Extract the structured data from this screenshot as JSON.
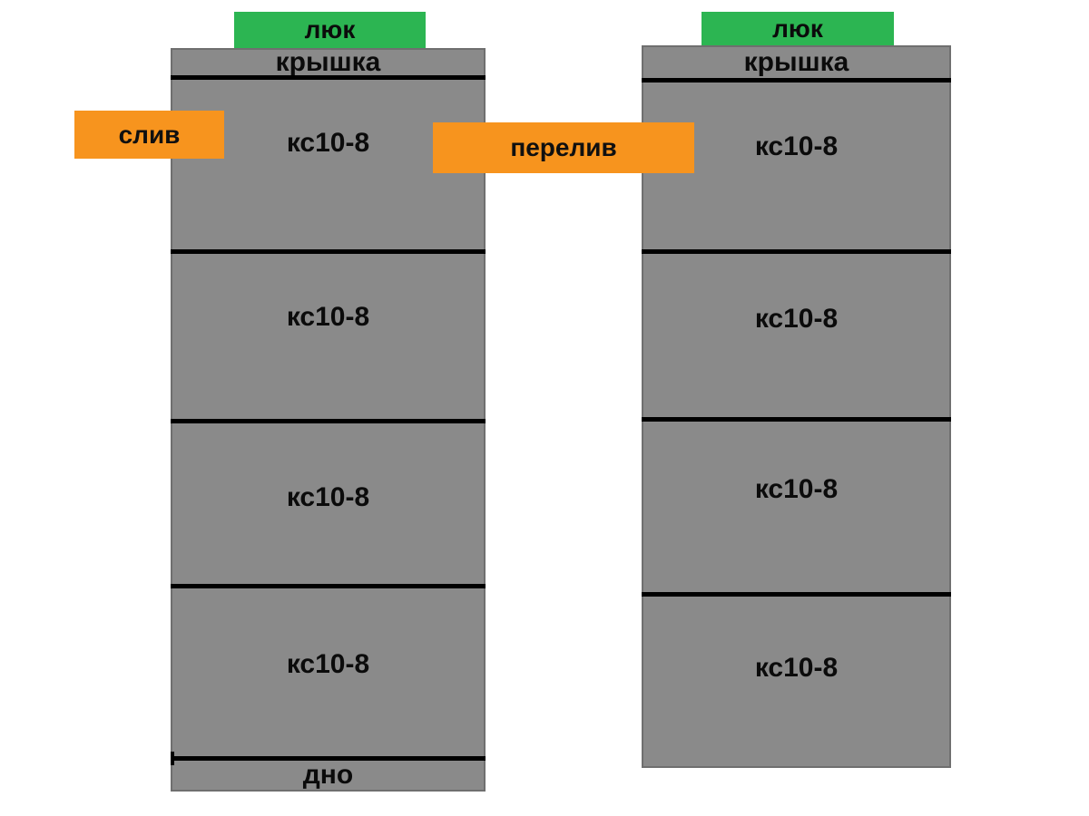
{
  "colors": {
    "ring_gray": "#8a8a8a",
    "hatch_green": "#2cb552",
    "callout_orange": "#f7941e",
    "line_black": "#000000"
  },
  "left_column": {
    "hatch": "люк",
    "cover": "крышка",
    "rings": [
      "кс10-8",
      "кс10-8",
      "кс10-8",
      "кс10-8"
    ],
    "bottom": "дно"
  },
  "right_column": {
    "hatch": "люк",
    "cover": "крышка",
    "rings": [
      "кс10-8",
      "кс10-8",
      "кс10-8",
      "кс10-8"
    ]
  },
  "callouts": {
    "drain": "слив",
    "overflow": "перелив"
  }
}
